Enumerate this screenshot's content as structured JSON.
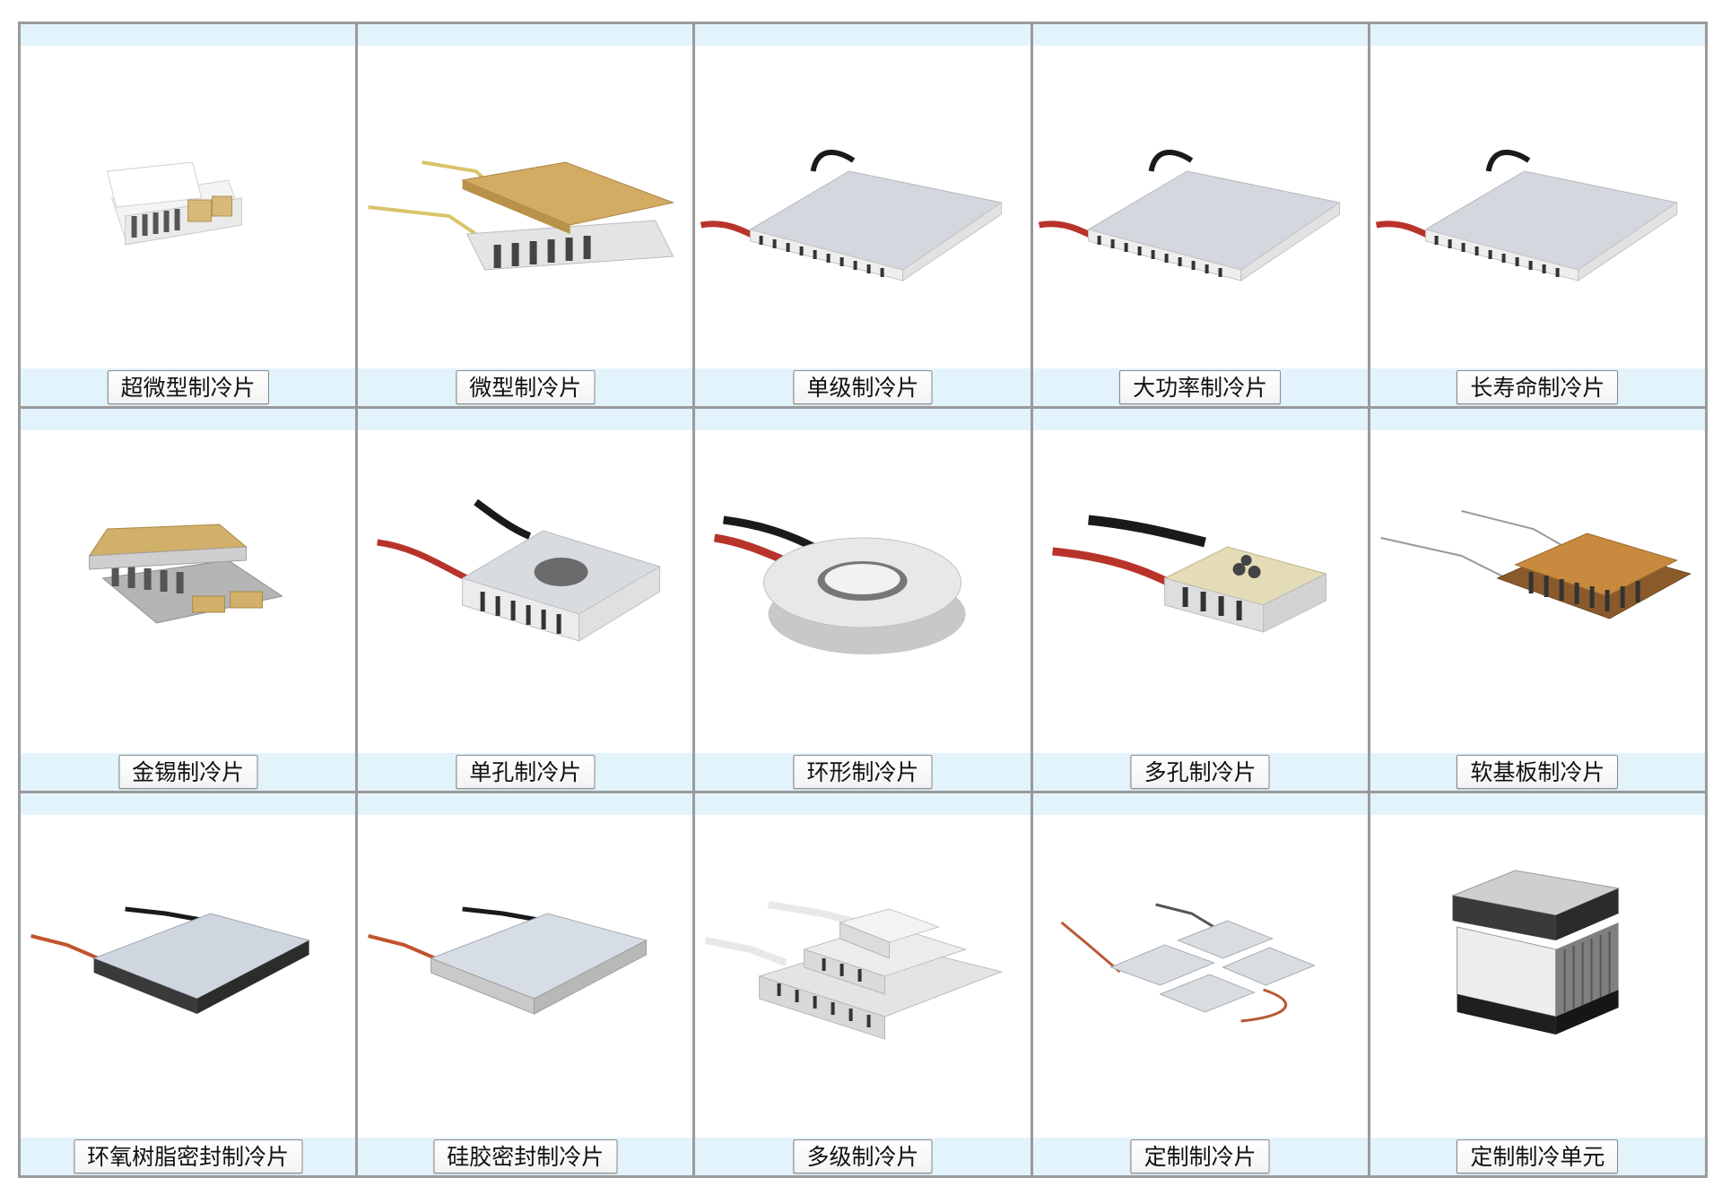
{
  "products": [
    {
      "label": "超微型制冷片",
      "icon": "micro-cooler-icon"
    },
    {
      "label": "微型制冷片",
      "icon": "mini-cooler-icon"
    },
    {
      "label": "单级制冷片",
      "icon": "single-stage-cooler-icon"
    },
    {
      "label": "大功率制冷片",
      "icon": "high-power-cooler-icon"
    },
    {
      "label": "长寿命制冷片",
      "icon": "long-life-cooler-icon"
    },
    {
      "label": "金锡制冷片",
      "icon": "gold-tin-cooler-icon"
    },
    {
      "label": "单孔制冷片",
      "icon": "single-hole-cooler-icon"
    },
    {
      "label": "环形制冷片",
      "icon": "ring-cooler-icon"
    },
    {
      "label": "多孔制冷片",
      "icon": "multi-hole-cooler-icon"
    },
    {
      "label": "软基板制冷片",
      "icon": "flexible-substrate-cooler-icon"
    },
    {
      "label": "环氧树脂密封制冷片",
      "icon": "epoxy-sealed-cooler-icon"
    },
    {
      "label": "硅胶密封制冷片",
      "icon": "silicone-sealed-cooler-icon"
    },
    {
      "label": "多级制冷片",
      "icon": "multi-stage-cooler-icon"
    },
    {
      "label": "定制制冷片",
      "icon": "custom-cooler-icon"
    },
    {
      "label": "定制制冷单元",
      "icon": "custom-cooling-unit-icon"
    }
  ],
  "colors": {
    "grid_border": "#9a9a9a",
    "strip": "#e3f3fb",
    "ceramic": "#d9dde2",
    "gold": "#c9a35a",
    "wire_red": "#b8342a",
    "wire_black": "#1a1a1a"
  }
}
